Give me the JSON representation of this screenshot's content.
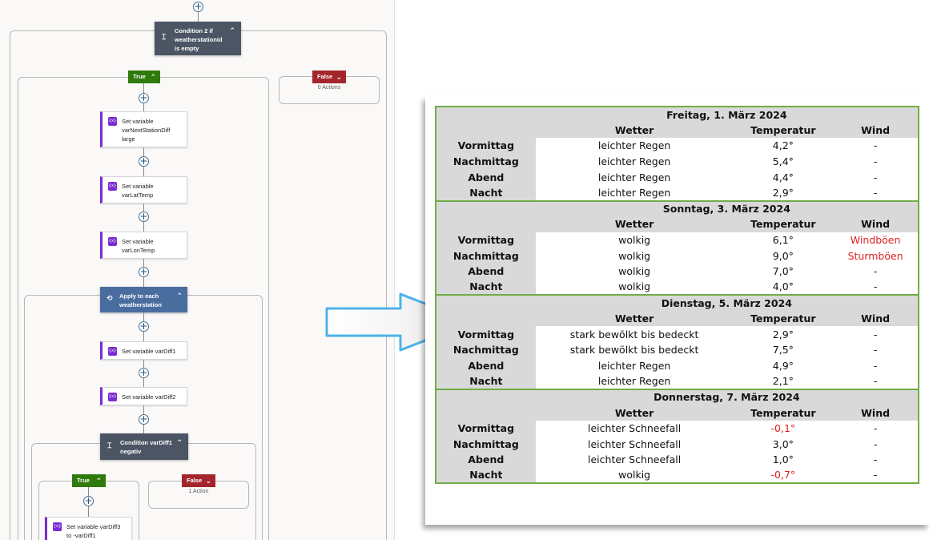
{
  "flow": {
    "condition2": {
      "label": "Condition 2 if\nweatherstationid\nis empty"
    },
    "branch_true": "True",
    "branch_false": "False",
    "false_actions_count": "0 Actions",
    "steps": [
      "Set variable\nvarNextStationDiff\nlarge",
      "Set variable\nvarLatTemp",
      "Set variable\nvarLonTemp"
    ],
    "apply_each": {
      "label": "Apply to each\nweatherstation"
    },
    "inner_steps": [
      "Set variable varDiff1",
      "Set variable varDiff2"
    ],
    "condition_neg": {
      "label": "Condition varDiff1\nnegativ"
    },
    "inner_true": "True",
    "inner_false": "False",
    "inner_false_count": "1 Action",
    "inner_true_step": "Set variable varDiff3\nto -varDiff1"
  },
  "weather": {
    "headers": {
      "wetter": "Wetter",
      "temperatur": "Temperatur",
      "wind": "Wind"
    },
    "days": [
      {
        "title": "Freitag, 1. März 2024",
        "rows": [
          {
            "period": "Vormittag",
            "wetter": "leichter Regen",
            "temp": "4,2°",
            "wind": "-"
          },
          {
            "period": "Nachmittag",
            "wetter": "leichter Regen",
            "temp": "5,4°",
            "wind": "-"
          },
          {
            "period": "Abend",
            "wetter": "leichter Regen",
            "temp": "4,4°",
            "wind": "-"
          },
          {
            "period": "Nacht",
            "wetter": "leichter Regen",
            "temp": "2,9°",
            "wind": "-"
          }
        ]
      },
      {
        "title": "Sonntag, 3. März 2024",
        "rows": [
          {
            "period": "Vormittag",
            "wetter": "wolkig",
            "temp": "6,1°",
            "wind": "Windböen"
          },
          {
            "period": "Nachmittag",
            "wetter": "wolkig",
            "temp": "9,0°",
            "wind": "Sturmböen"
          },
          {
            "period": "Abend",
            "wetter": "wolkig",
            "temp": "7,0°",
            "wind": "-"
          },
          {
            "period": "Nacht",
            "wetter": "wolkig",
            "temp": "4,0°",
            "wind": "-"
          }
        ]
      },
      {
        "title": "Dienstag, 5. März 2024",
        "rows": [
          {
            "period": "Vormittag",
            "wetter": "stark bewölkt bis bedeckt",
            "temp": "2,9°",
            "wind": "-"
          },
          {
            "period": "Nachmittag",
            "wetter": "stark bewölkt bis bedeckt",
            "temp": "7,5°",
            "wind": "-"
          },
          {
            "period": "Abend",
            "wetter": "leichter Regen",
            "temp": "4,9°",
            "wind": "-"
          },
          {
            "period": "Nacht",
            "wetter": "leichter Regen",
            "temp": "2,1°",
            "wind": "-"
          }
        ]
      },
      {
        "title": "Donnerstag, 7. März 2024",
        "rows": [
          {
            "period": "Vormittag",
            "wetter": "leichter Schneefall",
            "temp": "-0,1°",
            "wind": "-"
          },
          {
            "period": "Nachmittag",
            "wetter": "leichter Schneefall",
            "temp": "3,0°",
            "wind": "-"
          },
          {
            "period": "Abend",
            "wetter": "leichter Schneefall",
            "temp": "1,0°",
            "wind": "-"
          },
          {
            "period": "Nacht",
            "wetter": "wolkig",
            "temp": "-0,7°",
            "wind": "-"
          }
        ]
      }
    ]
  },
  "colors": {
    "table_border": "#70ad47",
    "header_fill": "#d9d9d9",
    "alert_red": "#e02020",
    "variable_purple": "#7b2bd3",
    "condition_dark": "#4b5563",
    "loop_blue": "#4a6da0",
    "true_green": "#2f7a0b",
    "false_red": "#a4262c"
  }
}
